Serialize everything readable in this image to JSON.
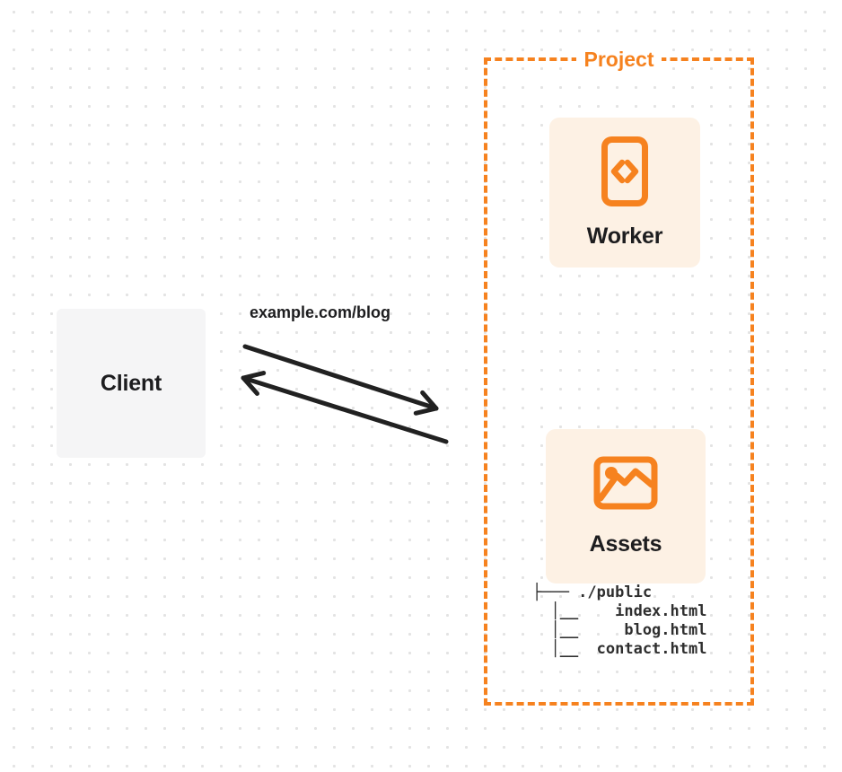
{
  "colors": {
    "accent": "#F6821F",
    "card_bg": "#FDF1E4",
    "client_bg": "#F5F5F6",
    "arrow": "#212121",
    "label_text": "#1D1D1F",
    "tree_text": "#2F2F2F",
    "dot": "#E3E3E3",
    "canvas_bg": "#FFFFFF"
  },
  "diagram": {
    "client": {
      "label": "Client"
    },
    "request": {
      "label": "example.com/blog"
    },
    "project": {
      "label": "Project",
      "worker": {
        "label": "Worker",
        "icon": "code-file-icon"
      },
      "assets": {
        "label": "Assets",
        "icon": "image-icon",
        "file_tree": "├─── ./public\n  │__    index.html\n  │__     blog.html\n  │__  contact.html"
      }
    }
  }
}
